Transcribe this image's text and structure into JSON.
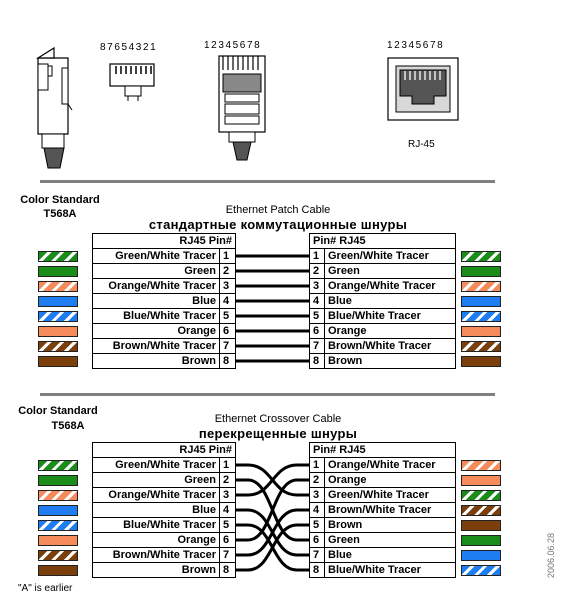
{
  "pin_numbers_rev": "87654321",
  "pin_numbers_fwd": "12345678",
  "pin_numbers_jack": "12345678",
  "jack_label": "RJ-45",
  "patch": {
    "color_standard": "Color  Standard",
    "std_name": "T568A",
    "title": "Ethernet Patch Cable",
    "title_ru": "стандартные коммутационные шнуры",
    "left_header": "RJ45  Pin#",
    "right_header": "Pin#  RJ45",
    "left": [
      {
        "name": "Green/White Tracer",
        "pin": "1",
        "color": "#1a8c1a",
        "stripe": true
      },
      {
        "name": "Green",
        "pin": "2",
        "color": "#1a8c1a",
        "stripe": false
      },
      {
        "name": "Orange/White Tracer",
        "pin": "3",
        "color": "#f58a5a",
        "stripe": true
      },
      {
        "name": "Blue",
        "pin": "4",
        "color": "#1e7df0",
        "stripe": false
      },
      {
        "name": "Blue/White Tracer",
        "pin": "5",
        "color": "#1e7df0",
        "stripe": true
      },
      {
        "name": "Orange",
        "pin": "6",
        "color": "#f58a5a",
        "stripe": false
      },
      {
        "name": "Brown/White Tracer",
        "pin": "7",
        "color": "#7a3f0a",
        "stripe": true
      },
      {
        "name": "Brown",
        "pin": "8",
        "color": "#7a3f0a",
        "stripe": false
      }
    ],
    "right": [
      {
        "name": "Green/White Tracer",
        "pin": "1",
        "color": "#1a8c1a",
        "stripe": true
      },
      {
        "name": "Green",
        "pin": "2",
        "color": "#1a8c1a",
        "stripe": false
      },
      {
        "name": "Orange/White Tracer",
        "pin": "3",
        "color": "#f58a5a",
        "stripe": true
      },
      {
        "name": "Blue",
        "pin": "4",
        "color": "#1e7df0",
        "stripe": false
      },
      {
        "name": "Blue/White Tracer",
        "pin": "5",
        "color": "#1e7df0",
        "stripe": true
      },
      {
        "name": "Orange",
        "pin": "6",
        "color": "#f58a5a",
        "stripe": false
      },
      {
        "name": "Brown/White Tracer",
        "pin": "7",
        "color": "#7a3f0a",
        "stripe": true
      },
      {
        "name": "Brown",
        "pin": "8",
        "color": "#7a3f0a",
        "stripe": false
      }
    ],
    "wiring": [
      1,
      2,
      3,
      4,
      5,
      6,
      7,
      8
    ]
  },
  "crossover": {
    "color_standard": "Color  Standard",
    "std_name": "T568A",
    "title": "Ethernet Crossover Cable",
    "title_ru": "перекрещенные шнуры",
    "left_header": "RJ45  Pin#",
    "right_header": "Pin#  RJ45",
    "left": [
      {
        "name": "Green/White Tracer",
        "pin": "1",
        "color": "#1a8c1a",
        "stripe": true
      },
      {
        "name": "Green",
        "pin": "2",
        "color": "#1a8c1a",
        "stripe": false
      },
      {
        "name": "Orange/White Tracer",
        "pin": "3",
        "color": "#f58a5a",
        "stripe": true
      },
      {
        "name": "Blue",
        "pin": "4",
        "color": "#1e7df0",
        "stripe": false
      },
      {
        "name": "Blue/White Tracer",
        "pin": "5",
        "color": "#1e7df0",
        "stripe": true
      },
      {
        "name": "Orange",
        "pin": "6",
        "color": "#f58a5a",
        "stripe": false
      },
      {
        "name": "Brown/White Tracer",
        "pin": "7",
        "color": "#7a3f0a",
        "stripe": true
      },
      {
        "name": "Brown",
        "pin": "8",
        "color": "#7a3f0a",
        "stripe": false
      }
    ],
    "right": [
      {
        "name": "Orange/White Tracer",
        "pin": "1",
        "color": "#f58a5a",
        "stripe": true
      },
      {
        "name": "Orange",
        "pin": "2",
        "color": "#f58a5a",
        "stripe": false
      },
      {
        "name": "Green/White Tracer",
        "pin": "3",
        "color": "#1a8c1a",
        "stripe": true
      },
      {
        "name": "Brown/White Tracer",
        "pin": "4",
        "color": "#7a3f0a",
        "stripe": true
      },
      {
        "name": "Brown",
        "pin": "5",
        "color": "#7a3f0a",
        "stripe": false
      },
      {
        "name": "Green",
        "pin": "6",
        "color": "#1a8c1a",
        "stripe": false
      },
      {
        "name": "Blue",
        "pin": "7",
        "color": "#1e7df0",
        "stripe": false
      },
      {
        "name": "Blue/White Tracer",
        "pin": "8",
        "color": "#1e7df0",
        "stripe": true
      }
    ],
    "wiring": [
      3,
      6,
      1,
      7,
      8,
      2,
      4,
      5
    ]
  },
  "footnote": "\"A\" is earlier",
  "date_stamp": "2006.06.28"
}
